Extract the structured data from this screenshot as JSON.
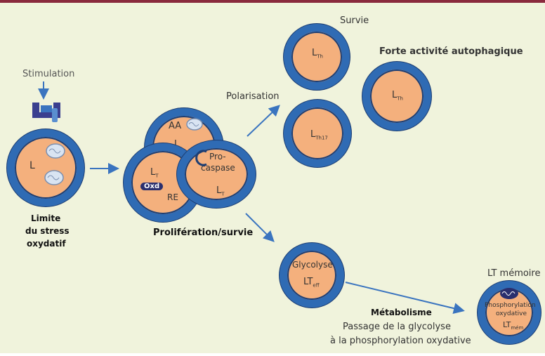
{
  "labels": {
    "stimulation": "Stimulation",
    "survie": "Survie",
    "forte_activite": "Forte activité autophagique",
    "polarisation": "Polarisation",
    "limite": "Limite",
    "du_stress": "du stress",
    "oxydatif": "oxydatif",
    "proliferation": "Prolifération/survie",
    "lt_memoire": "LT mémoire",
    "metabolisme": "Métabolisme",
    "passage": "Passage de la glycolyse",
    "phospho_ox": "à la phosphorylation oxydative"
  },
  "cells": {
    "naive": {
      "main": "L"
    },
    "aa": {
      "main": "AA",
      "sub": "L"
    },
    "re": {
      "main": "L",
      "sub": "T",
      "re": "RE"
    },
    "procaspase": {
      "main": "Pro-",
      "line2": "caspase",
      "lt": "L",
      "lt_sub": "T"
    },
    "th_top": {
      "main": "L",
      "sub": "Th"
    },
    "th_mid": {
      "main": "L",
      "sub": "Th17"
    },
    "th_right": {
      "main": "L",
      "sub": "Th"
    },
    "glycolyse": {
      "main": "Glycolyse",
      "lt": "LT",
      "lt_sub": "eff"
    },
    "memoire": {
      "line1": "Phosphorylation",
      "line2": "oxydative",
      "lt": "LT",
      "lt_sub": "mém"
    }
  },
  "colors": {
    "cell_fill": "#f4b07d",
    "cell_ring": "#2f6bb4",
    "arrow": "#3a74bf",
    "background": "#f0f3dc",
    "top_border": "#8a2a3d"
  }
}
